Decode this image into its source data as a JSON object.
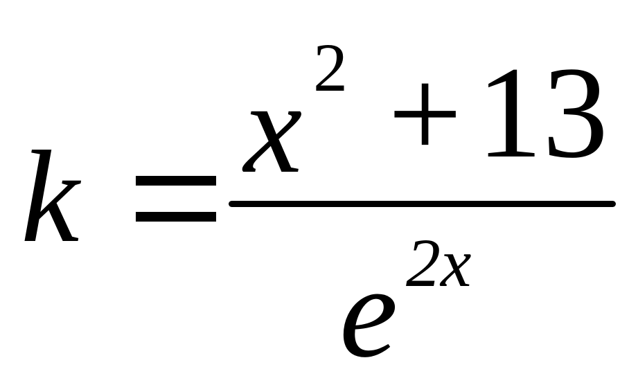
{
  "formula": {
    "lhs": "k",
    "relation": "=",
    "numerator": {
      "base": "x",
      "exponent": "2",
      "operator": "+",
      "constant": "13"
    },
    "denominator": {
      "base": "e",
      "exponent": "2x"
    }
  },
  "colors": {
    "text": "#000000",
    "background": "#ffffff"
  }
}
